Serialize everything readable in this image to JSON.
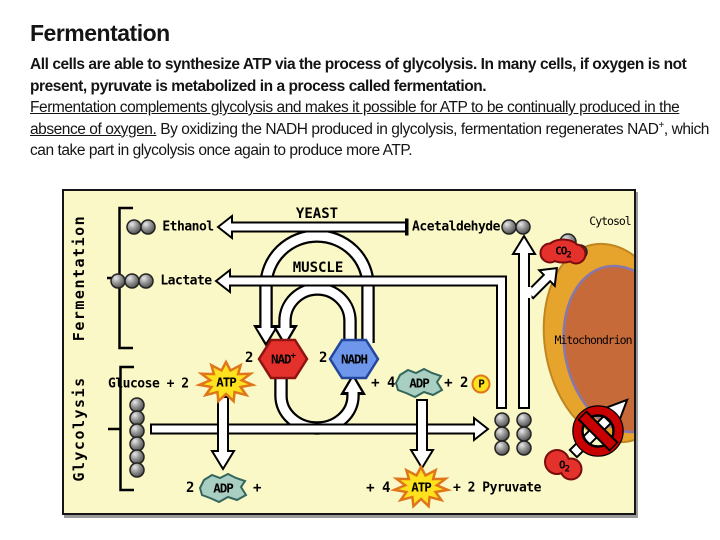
{
  "slide": {
    "title": "Fermentation",
    "paragraph_bold": "All cells are able to synthesize ATP via the process of glycolysis. In many cells, if oxygen is not present, pyruvate is metabolized in a process called fermentation.",
    "paragraph_underlined": "Fermentation complements glycolysis and makes it possible for ATP to be continually produced in the absence of oxygen.",
    "paragraph_rest_pre": " By oxidizing the NADH produced in glycolysis, fermentation regenerates NAD",
    "paragraph_rest_sup": "+",
    "paragraph_rest_post": ", which can take part in glycolysis once again to produce more ATP."
  },
  "diagram": {
    "sections": {
      "fermentation": "Fermentation",
      "glycolysis": "Glycolysis"
    },
    "pathways": {
      "yeast": "YEAST",
      "muscle": "MUSCLE"
    },
    "labels": {
      "ethanol": "Ethanol",
      "lactate": "Lactate",
      "acetaldehyde": "Acetaldehyde",
      "glucose": "Glucose + 2",
      "atp": "ATP",
      "adp": "ADP",
      "nad_coeff": "2",
      "nad": "NAD",
      "nad_sup": "+",
      "nadh_coeff": "2",
      "nadh": "NADH",
      "plus_4": "+ 4",
      "plus_2": "+ 2",
      "p": "P",
      "adp_coeff": "2",
      "plus": "+",
      "pyruvate": "+ 2 Pyruvate",
      "co2_base": "CO",
      "co2_sub": "2",
      "o2_base": "O",
      "o2_sub": "2",
      "cytosol": "Cytosol",
      "mitochondrion": "Mitochondrion"
    },
    "colors": {
      "background": "#FAF8C6",
      "red": "#E5312B",
      "blue": "#6E96EA",
      "yellow": "#FFE21E",
      "yellow_outline": "#E0761A",
      "teal": "#A9CFC3",
      "teal_outline": "#33665C",
      "mito_outer": "#E6A42C",
      "mito_inner": "#C76A39",
      "mito_membrane": "#8678AD",
      "no_symbol_red": "#C90000"
    }
  }
}
